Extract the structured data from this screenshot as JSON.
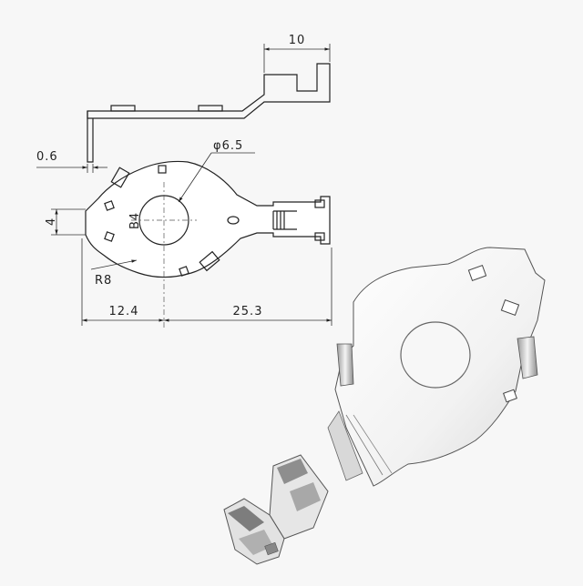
{
  "drawing": {
    "dimensions": {
      "tab_width": "10",
      "thickness": "0.6",
      "hole_diameter": "φ6.5",
      "tab_height": "4",
      "radius": "R8",
      "left_length": "12.4",
      "right_length": "25.3"
    },
    "part_marking": "B4"
  }
}
